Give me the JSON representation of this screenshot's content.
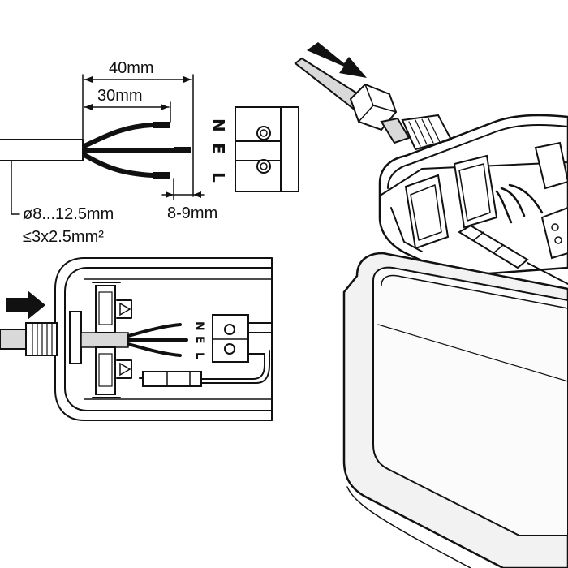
{
  "dimensions": {
    "total_strip": "40mm",
    "core_strip": "30mm",
    "conductor_strip": "8-9mm",
    "cable_diameter": "ø8...12.5mm",
    "cable_section": "≤3x2.5mm²"
  },
  "terminal_labels": {
    "neutral": "N",
    "earth": "E",
    "live": "L"
  },
  "colors": {
    "line": "#111111",
    "cable_fill": "#d9d9d9",
    "lens_fill": "#f2f2f2"
  },
  "icons": [
    "arrow-icon"
  ]
}
